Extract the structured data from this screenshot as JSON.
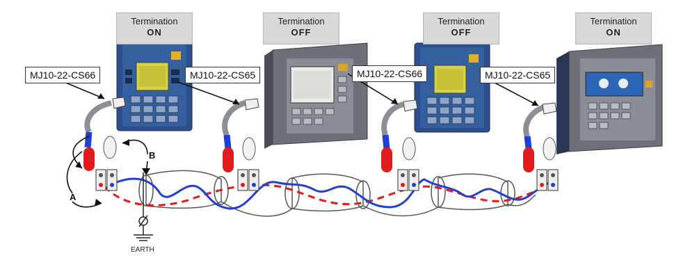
{
  "terminations": [
    {
      "line1": "Termination",
      "line2": "ON"
    },
    {
      "line1": "Termination",
      "line2": "OFF"
    },
    {
      "line1": "Termination",
      "line2": "OFF"
    },
    {
      "line1": "Termination",
      "line2": "ON"
    }
  ],
  "cables": [
    {
      "label": "MJ10-22-CS66"
    },
    {
      "label": "MJ10-22-CS65"
    },
    {
      "label": "MJ10-22-CS66"
    },
    {
      "label": "MJ10-22-CS65"
    }
  ],
  "markers": {
    "a": "A",
    "b": "B"
  },
  "earth_label": "EARTH",
  "colors": {
    "wire_blue": "#1f3fd6",
    "wire_red": "#e11b1b",
    "device_dark": "#2b3a55",
    "device_gray": "#7a7d86"
  }
}
